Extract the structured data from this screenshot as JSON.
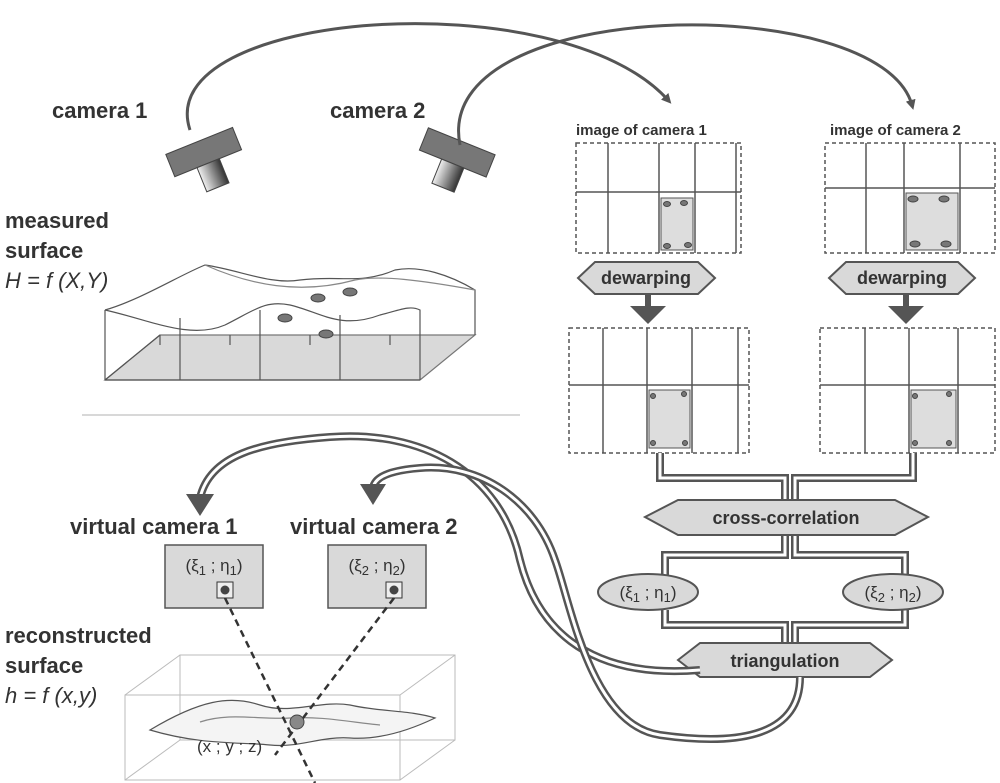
{
  "cameras": {
    "camera_1": "camera 1",
    "camera_2": "camera 2"
  },
  "measured_surface": {
    "line1": "measured",
    "line2": "surface",
    "formula": "H = f (X,Y)"
  },
  "images": {
    "camera_1_title": "image of camera 1",
    "camera_2_title": "image of camera 2"
  },
  "steps": {
    "dewarping_1": "dewarping",
    "dewarping_2": "dewarping",
    "cross_correlation": "cross-correlation",
    "triangulation": "triangulation"
  },
  "peaks": {
    "p1_open": "(ξ",
    "p1_sub_xi": "1",
    "p1_mid": " ; η",
    "p1_sub_eta": "1",
    "p1_close": ")",
    "p2_open": "(ξ",
    "p2_sub_xi": "2",
    "p2_mid": " ; η",
    "p2_sub_eta": "2",
    "p2_close": ")"
  },
  "virtual_cameras": {
    "vc1_title": "virtual camera 1",
    "vc2_title": "virtual camera 2"
  },
  "reconstructed_surface": {
    "line1": "reconstructed",
    "line2": "surface",
    "formula": "h = f (x,y)",
    "point_label": "(x ; y ; z)"
  },
  "colors": {
    "box_fill": "#d9d9d9",
    "stroke": "#555555",
    "text": "#333333"
  }
}
